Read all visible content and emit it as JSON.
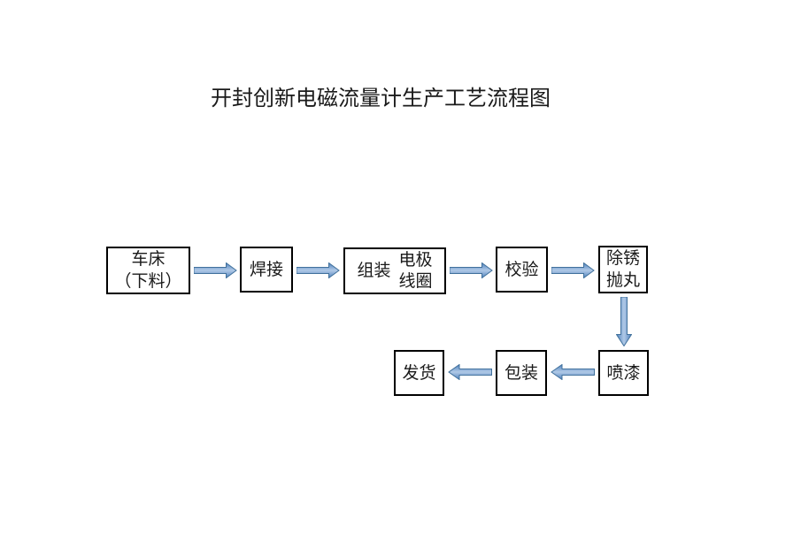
{
  "title": "开封创新电磁流量计生产工艺流程图",
  "colors": {
    "arrow_fill": "#4f81bd",
    "arrow_highlight": "#b0c9e6",
    "arrow_edge": "#41719c",
    "box_border": "#000000",
    "background": "#ffffff",
    "text": "#1a1a1a"
  },
  "nodes": [
    {
      "id": "lathe",
      "lines": [
        "车床",
        "（下料）"
      ]
    },
    {
      "id": "weld",
      "lines": [
        "焊接"
      ]
    },
    {
      "id": "assemble",
      "main": "组装",
      "sub": [
        "电极",
        "线圈"
      ]
    },
    {
      "id": "calibrate",
      "lines": [
        "校验"
      ]
    },
    {
      "id": "derust",
      "lines": [
        "除锈",
        "抛丸"
      ]
    },
    {
      "id": "paint",
      "lines": [
        "喷漆"
      ]
    },
    {
      "id": "pack",
      "lines": [
        "包装"
      ]
    },
    {
      "id": "ship",
      "lines": [
        "发货"
      ]
    }
  ]
}
